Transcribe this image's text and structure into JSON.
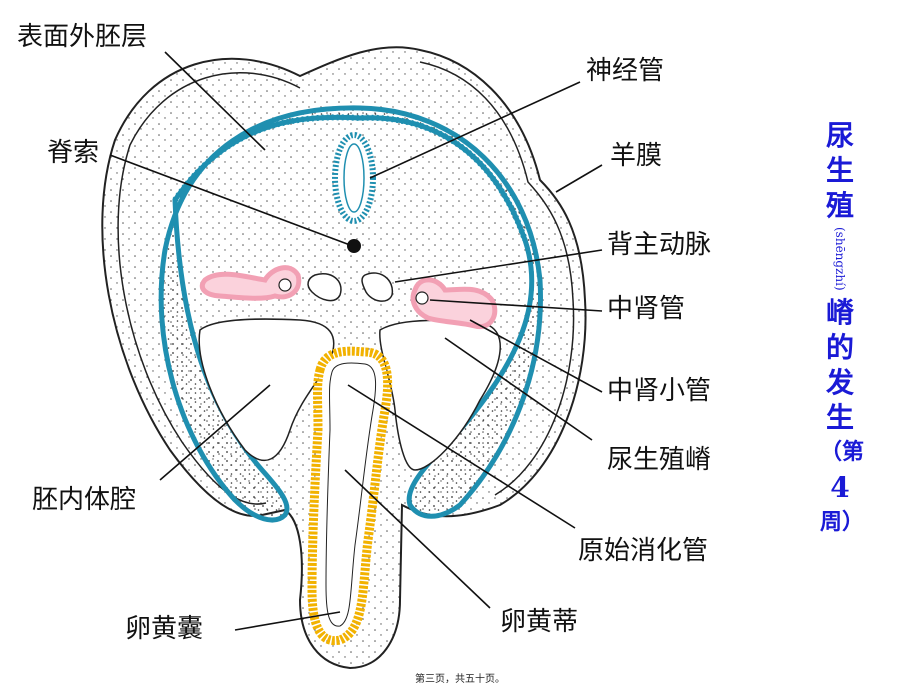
{
  "labels": {
    "surface_ectoderm": "表面外胚层",
    "neural_tube": "神经管",
    "notochord": "脊索",
    "amnion": "羊膜",
    "dorsal_aorta": "背主动脉",
    "mesonephric_duct": "中肾管",
    "mesonephric_tubule": "中肾小管",
    "urogenital_ridge": "尿生殖嵴",
    "intraembryonic_coelom": "胚内体腔",
    "primitive_gut": "原始消化管",
    "yolk_sac": "卵黄囊",
    "vitelline_duct": "卵黄蒂"
  },
  "side_title": {
    "line1": "尿",
    "line2": "生",
    "line3": "殖",
    "pinyin": "(shēngzhí)",
    "line4": "嵴",
    "line5": "的",
    "line6": "发",
    "line7": "生",
    "line8": "（第",
    "line9": "4",
    "line10": "周）"
  },
  "footer": "第三页，共五十页。",
  "colors": {
    "ectoderm_blue": "#1f8fb0",
    "yolk_yellow": "#f2b200",
    "mesonephros_pink": "#f2a0b4",
    "title_blue": "#1a1ad6"
  }
}
